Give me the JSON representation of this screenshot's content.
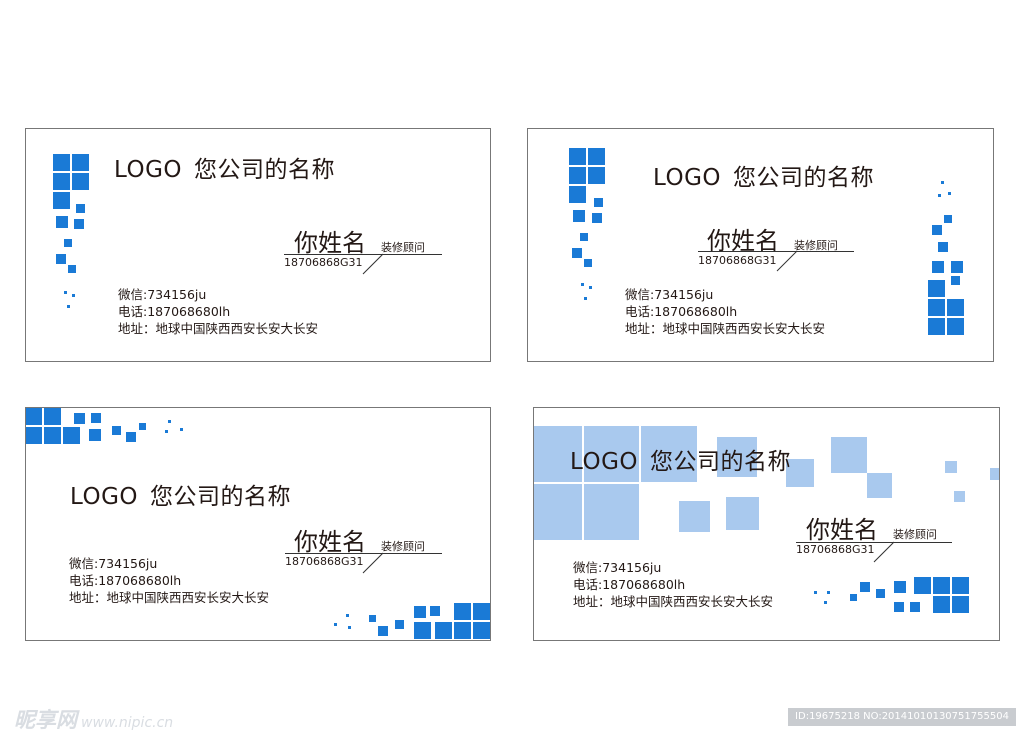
{
  "cards": [
    {
      "logo": "LOGO",
      "company": "您公司的名称",
      "person_name": "你姓名",
      "person_title": "装修顾问",
      "phone": "18706868G31",
      "wechat": "微信:734156ju",
      "tel": "电话:187068680lh",
      "address": "地址：地球中国陕西西安长安大长安"
    },
    {
      "logo": "LOGO",
      "company": "您公司的名称",
      "person_name": "你姓名",
      "person_title": "装修顾问",
      "phone": "18706868G31",
      "wechat": "微信:734156ju",
      "tel": "电话:187068680lh",
      "address": "地址：地球中国陕西西安长安大长安"
    },
    {
      "logo": "LOGO",
      "company": "您公司的名称",
      "person_name": "你姓名",
      "person_title": "装修顾问",
      "phone": "18706868G31",
      "wechat": "微信:734156ju",
      "tel": "电话:187068680lh",
      "address": "地址：地球中国陕西西安长安大长安"
    },
    {
      "logo": "LOGO",
      "company": "您公司的名称",
      "person_name": "你姓名",
      "person_title": "装修顾问",
      "phone": "18706868G31",
      "wechat": "微信:734156ju",
      "tel": "电话:187068680lh",
      "address": "地址：地球中国陕西西安长安大长安"
    }
  ],
  "watermark": {
    "brand": "昵享网",
    "url": "www.nipic.cn",
    "id_text": "ID:19675218 NO:20141010130751755504"
  },
  "colors": {
    "accent_blue": "#1a7ad6",
    "light_blue": "#a9c9ee",
    "border": "#777777"
  }
}
